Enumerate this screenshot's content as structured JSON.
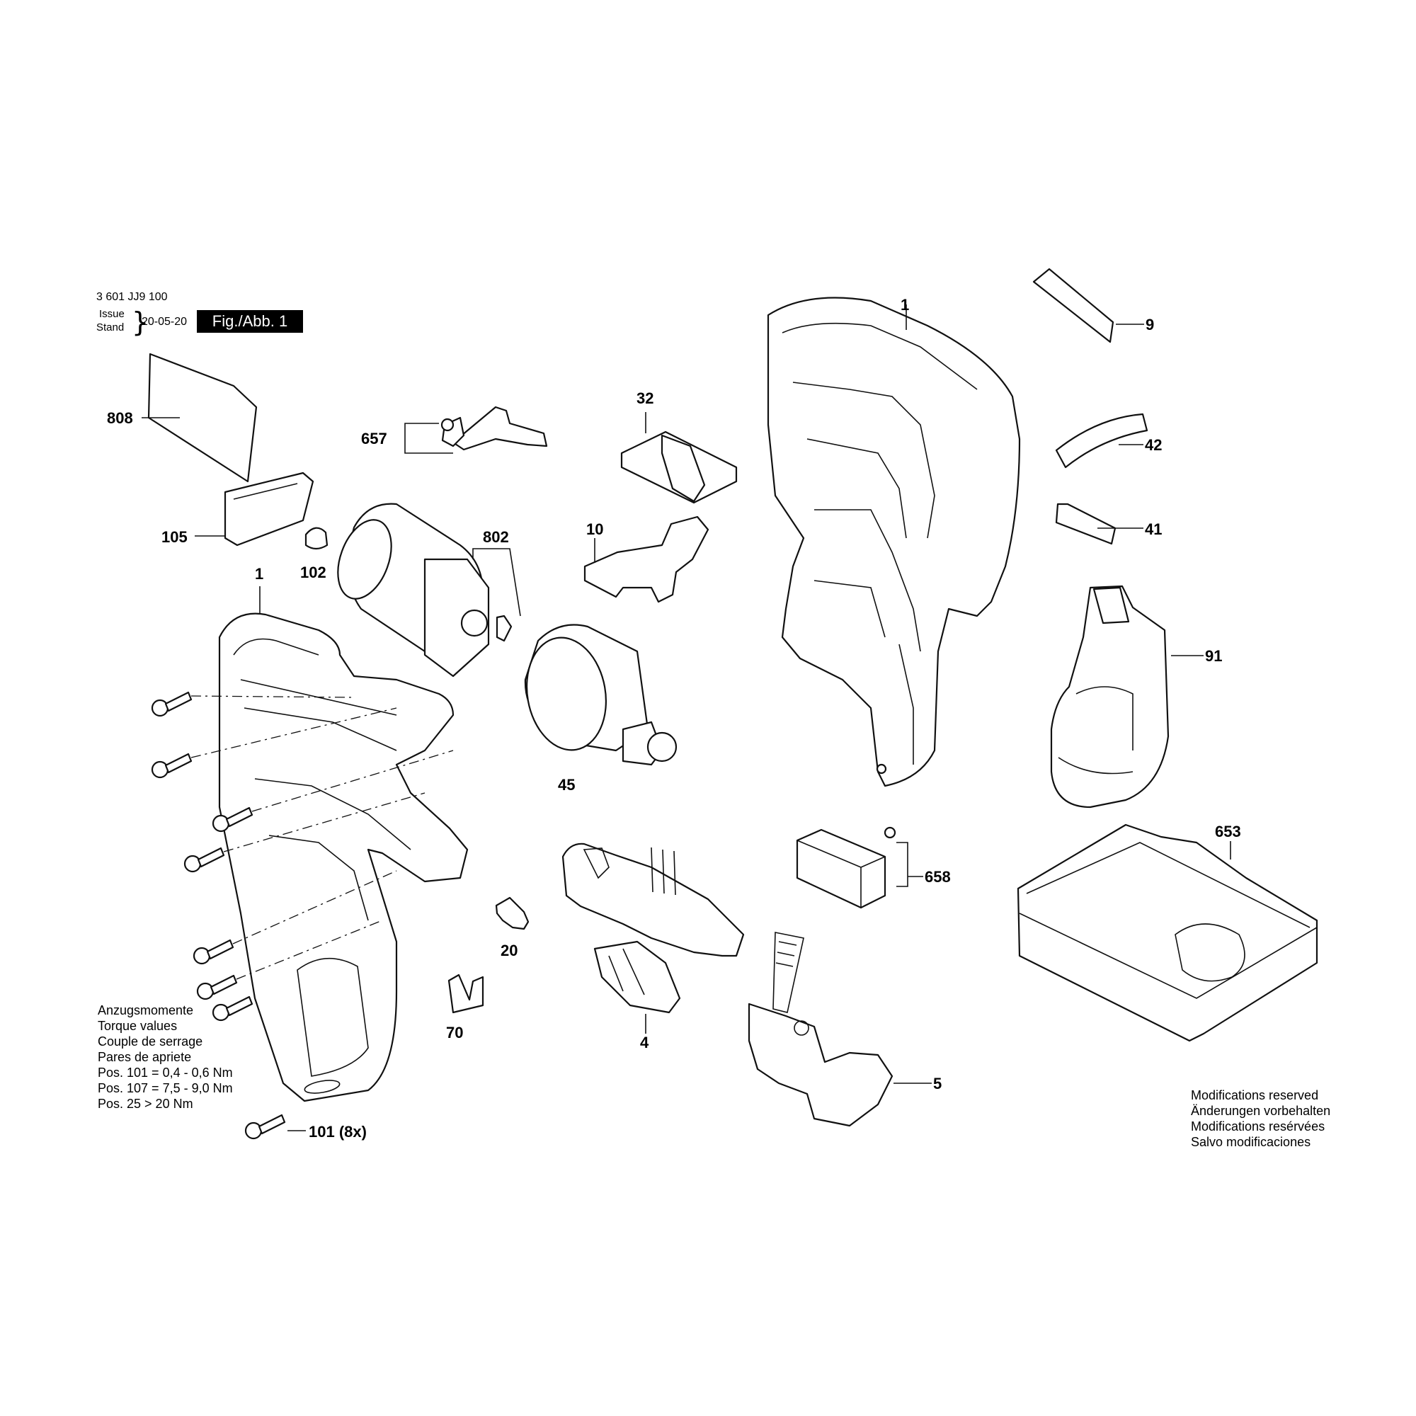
{
  "header": {
    "doc_number": "3 601 JJ9 100",
    "issue_label": "Issue",
    "stand_label": "Stand",
    "brace": "}",
    "date": "20-05-20",
    "figure_label": "Fig./Abb. 1"
  },
  "parts": {
    "p1_right": "1",
    "p9": "9",
    "p42": "42",
    "p41": "41",
    "p808": "808",
    "p657": "657",
    "p32": "32",
    "p10": "10",
    "p105": "105",
    "p102": "102",
    "p802": "802",
    "p1_left": "1",
    "p91": "91",
    "p45": "45",
    "p653": "653",
    "p658": "658",
    "p20": "20",
    "p70": "70",
    "p4": "4",
    "p5": "5",
    "p101": "101 (8x)"
  },
  "torque": {
    "line1": "Anzugsmomente",
    "line2": "Torque values",
    "line3": "Couple de serrage",
    "line4": "Pares de apriete",
    "line5": "Pos. 101  = 0,4 - 0,6 Nm",
    "line6": "Pos. 107  = 7,5 - 9,0 Nm",
    "line7": "Pos. 25    > 20 Nm"
  },
  "modifications": {
    "line1": "Modifications reserved",
    "line2": "Änderungen vorbehalten",
    "line3": "Modifications resérvées",
    "line4": "Salvo modificaciones"
  }
}
